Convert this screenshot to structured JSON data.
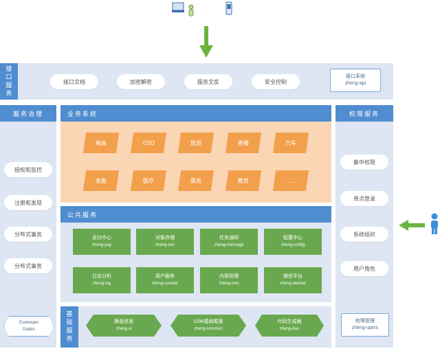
{
  "api_layer": {
    "header": "接口服务",
    "items": [
      "接口文档",
      "加密解密",
      "服务文反",
      "安全控制"
    ],
    "system": {
      "title": "接口系统",
      "subtitle": "zheng-api"
    }
  },
  "governance": {
    "header": "服务治理",
    "items": [
      "授权和监控",
      "注册和发现",
      "分布式事务",
      "分布式事务"
    ],
    "zookeeper": {
      "line1": "Zookeeper",
      "line2": "Dubbo"
    }
  },
  "business": {
    "header": "业务系统",
    "row1": [
      "电商",
      "O2O",
      "旅游",
      "直播",
      "汽车"
    ],
    "row2": [
      "金融",
      "医疗",
      "票务",
      "教育",
      "......"
    ]
  },
  "public": {
    "header": "公共服务",
    "row1": [
      {
        "title": "支付中心",
        "subtitle": "zheng-pay"
      },
      {
        "title": "对象存储",
        "subtitle": "zheng-oss"
      },
      {
        "title": "任务通知",
        "subtitle": "zheng-message"
      },
      {
        "title": "配置中心",
        "subtitle": "zheng-config"
      }
    ],
    "row2": [
      {
        "title": "日志分析",
        "subtitle": "zheng-log"
      },
      {
        "title": "用户服务",
        "subtitle": "zheng-ucenter"
      },
      {
        "title": "内容管理",
        "subtitle": "zheng-cms"
      },
      {
        "title": "微信平台",
        "subtitle": "zheng-wechat"
      }
    ]
  },
  "base": {
    "header": "基础服务",
    "items": [
      {
        "title": "静态资源",
        "subtitle": "zheng-ui"
      },
      {
        "title": "SSM基础框架",
        "subtitle": "zheng-common"
      },
      {
        "title": "代码生成器",
        "subtitle": "zheng-dao"
      }
    ]
  },
  "permission": {
    "header": "权限服务",
    "items": [
      "集中权限",
      "单点登录",
      "系统组织",
      "用户角色"
    ],
    "upms": {
      "title": "权限管理",
      "subtitle": "zheng-upms"
    }
  },
  "colors": {
    "band": "#dde6f2",
    "header": "#4f8dd0",
    "orange": "#f3a04d",
    "orange_bg": "#fbd6b4",
    "green": "#6aa84f",
    "arrow": "#6db33f"
  },
  "icons": [
    "laptop-user-icon",
    "phone-icon",
    "person-icon",
    "arrow-down-icon",
    "arrow-left-icon"
  ]
}
